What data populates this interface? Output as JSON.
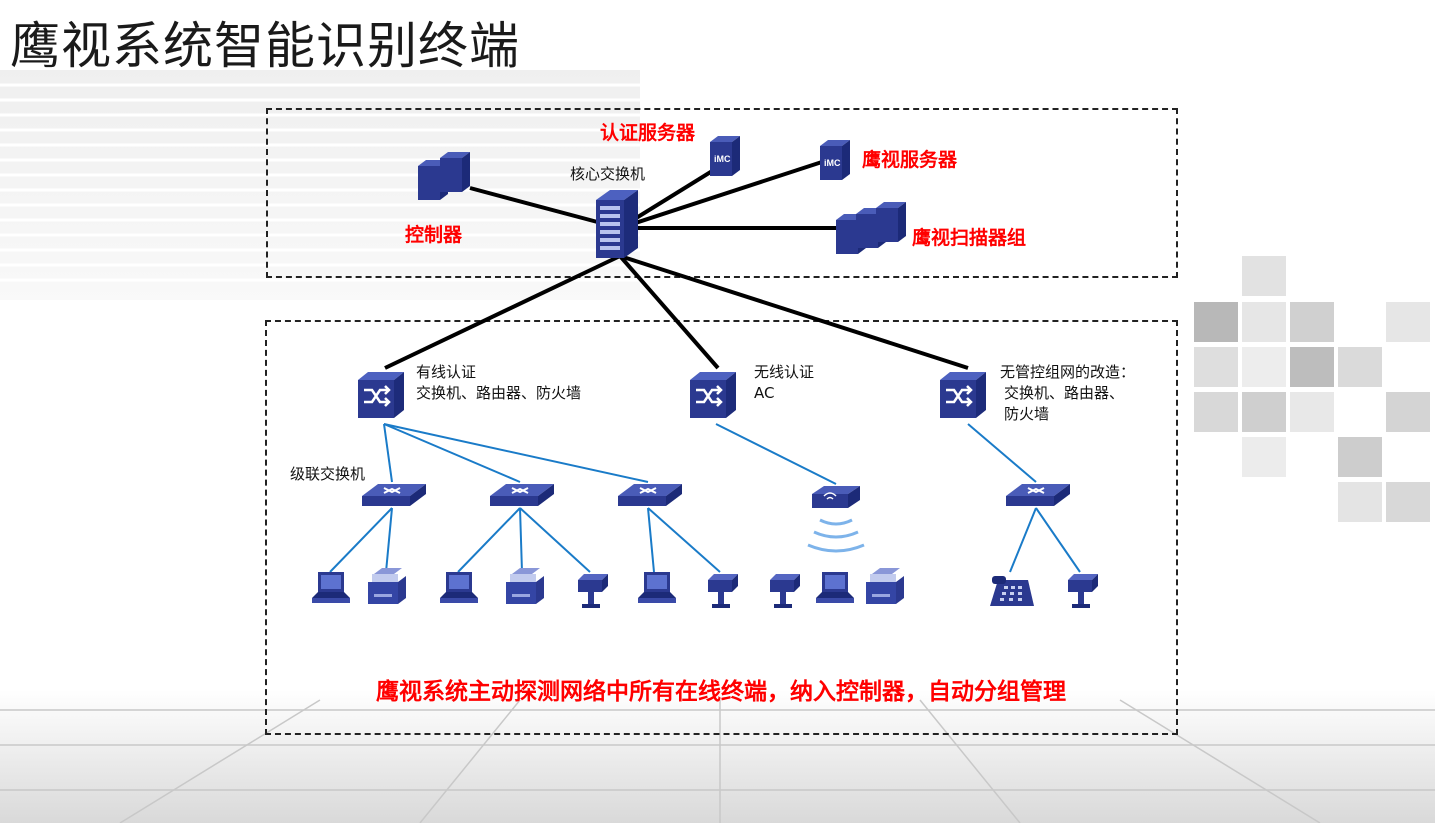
{
  "title": "鹰视系统智能识别终端",
  "top_group": {
    "auth_server": "认证服务器",
    "core_switch": "核心交换机",
    "eagle_server": "鹰视服务器",
    "controller": "控制器",
    "scanner_group": "鹰视扫描器组",
    "imc_badge": "iMC"
  },
  "branches": {
    "wired": {
      "line1": "有线认证",
      "line2": "交换机、路由器、防火墙"
    },
    "wireless": {
      "line1": "无线认证",
      "line2": "AC"
    },
    "unmanaged": {
      "line1": "无管控组网的改造：",
      "line2": "交换机、路由器、",
      "line3": "防火墙"
    },
    "cascade": "级联交换机"
  },
  "caption": "鹰视系统主动探测网络中所有在线终端，纳入控制器，自动分组管理",
  "colors": {
    "label_red": "#ff0000",
    "device_blue": "#2b3990",
    "link_black": "#000000",
    "link_blue": "#1a7bc8"
  }
}
